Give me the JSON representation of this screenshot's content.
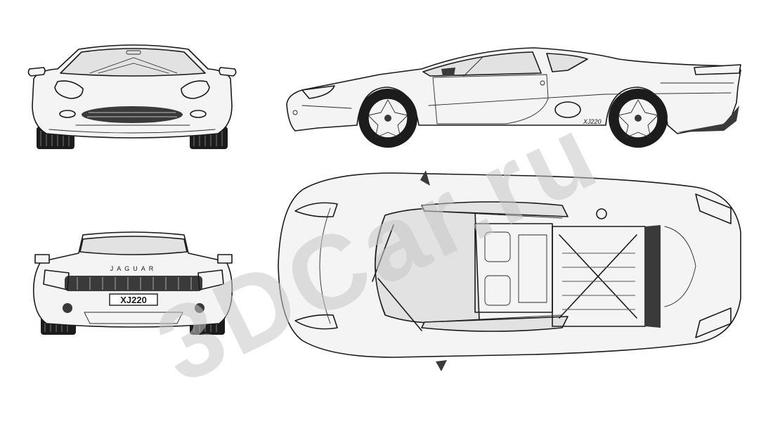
{
  "plates": {
    "rear_plate": "XJ220",
    "side_badge": "XJ220"
  },
  "badges": {
    "rear_emblem": "JAGUAR"
  },
  "watermark": {
    "text": "3DCar.ru"
  },
  "colors": {
    "ink": "#1a1a1a",
    "watermark": "#c8c8c8",
    "paper": "#ffffff"
  },
  "views": [
    {
      "icon": "car-front-view-icon"
    },
    {
      "icon": "car-side-view-icon"
    },
    {
      "icon": "car-rear-view-icon"
    },
    {
      "icon": "car-top-view-icon"
    }
  ]
}
